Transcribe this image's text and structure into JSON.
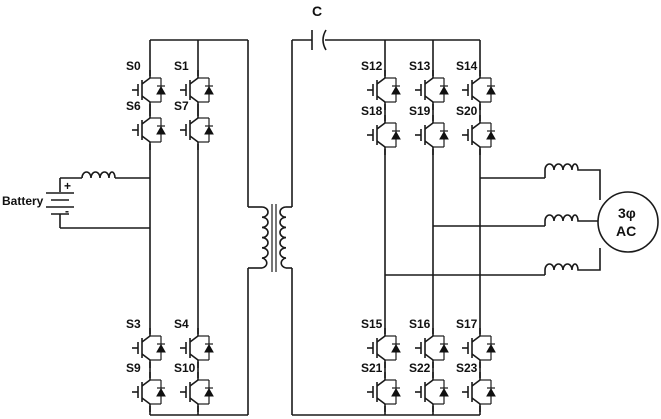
{
  "labels": {
    "battery": "Battery",
    "capacitor": "C",
    "motor_line1": "3φ",
    "motor_line2": "AC",
    "plus": "+",
    "minus": "-"
  },
  "switches": [
    {
      "id": "S0",
      "label": "S0"
    },
    {
      "id": "S1",
      "label": "S1"
    },
    {
      "id": "S6",
      "label": "S6"
    },
    {
      "id": "S7",
      "label": "S7"
    },
    {
      "id": "S3",
      "label": "S3"
    },
    {
      "id": "S4",
      "label": "S4"
    },
    {
      "id": "S9",
      "label": "S9"
    },
    {
      "id": "S10",
      "label": "S10"
    },
    {
      "id": "S12",
      "label": "S12"
    },
    {
      "id": "S13",
      "label": "S13"
    },
    {
      "id": "S14",
      "label": "S14"
    },
    {
      "id": "S18",
      "label": "S18"
    },
    {
      "id": "S19",
      "label": "S19"
    },
    {
      "id": "S20",
      "label": "S20"
    },
    {
      "id": "S15",
      "label": "S15"
    },
    {
      "id": "S16",
      "label": "S16"
    },
    {
      "id": "S17",
      "label": "S17"
    },
    {
      "id": "S21",
      "label": "S21"
    },
    {
      "id": "S22",
      "label": "S22"
    },
    {
      "id": "S23",
      "label": "S23"
    }
  ]
}
